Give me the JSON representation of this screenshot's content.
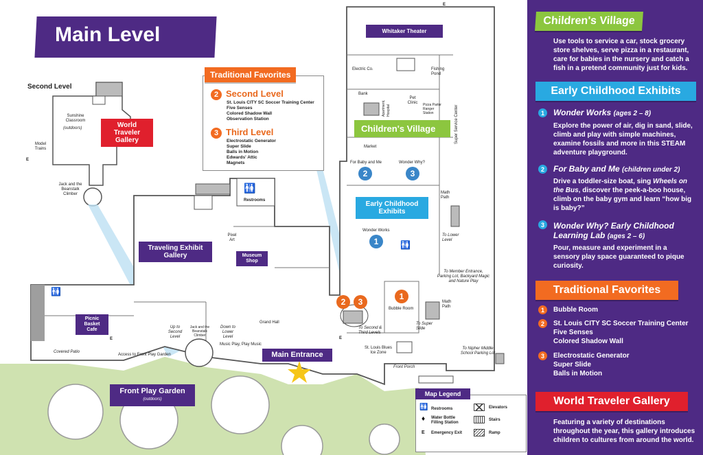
{
  "title": "Main Level",
  "colors": {
    "purple": "#4e2a84",
    "green": "#8cc63f",
    "blue": "#29a9e1",
    "orange": "#f26b21",
    "red": "#e0202d",
    "lawn": "#cfe2b0"
  },
  "map": {
    "second_level": "Second Level",
    "sunshine": "Sunshine Classroom",
    "sunshine_sub": "(outdoors)",
    "model_trains": "Model Trains",
    "jack_beanstalk": "Jack and the Beanstalk Climber",
    "world_traveler": "World Traveler Gallery",
    "traveling_exhibit": "Traveling Exhibit Gallery",
    "restrooms": "Restrooms",
    "pixel_art": "Pixel Art",
    "museum_shop": "Museum Shop",
    "picnic": "Picnic Basket Cafe",
    "covered_patio": "Covered Patio",
    "access_front": "Access to Front Play Garden",
    "up_second": "Up to Second Level",
    "jack_climber": "Jack and the Beanstalk Climber",
    "down_lower": "Down to Lower Level",
    "music_play": "Music Play, Play Music",
    "grand_hall": "Grand Hall",
    "main_entrance": "Main Entrance",
    "front_play_garden": "Front Play Garden",
    "front_play_sub": "(outdoors)",
    "whitaker": "Whitaker Theater",
    "electric_co": "Electric Co.",
    "fishing_pond": "Fishing Pond",
    "bank": "Bank",
    "apartment": "Apartment, Hospital",
    "pet_clinic": "Pet Clinic",
    "pizza_parlor": "Pizza Parlor Ranger Station",
    "super_service": "Super Service Center",
    "childrens_village": "Children's Village",
    "market": "Market",
    "for_baby": "For Baby and Me",
    "wonder_why": "Wonder Why?",
    "early_childhood": "Early Childhood Exhibits",
    "wonder_works": "Wonder Works",
    "math_path": "Math Path",
    "to_lower": "To Lower Level",
    "to_member": "To Member Entrance, Parking Lot, Backyard Magic and Nature Play",
    "bubble_room": "Bubble Room",
    "to_second_third": "To Second & Third Levels",
    "to_super_slide": "To Super Slide",
    "ice_zone": "St. Louis Blues Ice Zone",
    "front_porch": "Front Porch",
    "to_nipher": "To Nipher Middle School Parking Lot",
    "math_path2": "Math Path",
    "e": "E",
    "n1": "1",
    "n2": "2",
    "n3": "3"
  },
  "callout": {
    "title": "Traditional Favorites",
    "second_num": "2",
    "second_heading": "Second Level",
    "second_items": "St. Louis CITY SC Soccer Training Center\nFive Senses\nColored Shadow Wall\nObservation Station",
    "third_num": "3",
    "third_heading": "Third Level",
    "third_items": "Electrostatic Generator\nSuper Slide\nBalls in Motion\nEdwards' Attic\nMagnets"
  },
  "legend": {
    "title": "Map Legend",
    "restrooms": "Restrooms",
    "water": "Water Bottle Filling Station",
    "exit": "Emergency Exit",
    "elevators": "Elevators",
    "stairs": "Stairs",
    "ramp": "Ramp",
    "e": "E"
  },
  "panel": {
    "cv_title": "Children's Village",
    "cv_text": "Use tools to service a car, stock grocery store shelves, serve pizza in a restaurant, care for babies in the nursery and catch a fish in a pretend community just for kids.",
    "ece_title": "Early Childhood Exhibits",
    "ww_num": "1",
    "ww_title": "Wonder Works",
    "ww_age": "(ages 2 – 8)",
    "ww_text": "Explore the power of air, dig in sand, slide, climb and play with simple machines, examine fossils and more in this STEAM adventure playground.",
    "fb_num": "2",
    "fb_title": "For Baby and Me",
    "fb_age": "(children under 2)",
    "fb_text_1": "Drive a toddler-size boat, sing ",
    "fb_text_em": "Wheels on the Bus",
    "fb_text_2": ", discover the peek-a-boo house, climb on the baby gym and learn “how big is baby?”",
    "wy_num": "3",
    "wy_title": "Wonder Why? Early Childhood Learning Lab",
    "wy_age": "(ages 2 – 6)",
    "wy_text": "Pour, measure and experiment in a sensory play space guaranteed to pique curiosity.",
    "tf_title": "Traditional Favorites",
    "tf1_num": "1",
    "tf1_text": "Bubble Room",
    "tf2_num": "2",
    "tf2_text": "St. Louis CITY SC Soccer Training Center\nFive Senses\nColored Shadow Wall",
    "tf3_num": "3",
    "tf3_text": "Electrostatic Generator\nSuper Slide\nBalls in Motion",
    "wt_title": "World Traveler Gallery",
    "wt_text": "Featuring a variety of destinations throughout the year, this gallery introduces children to cultures from around the world."
  }
}
